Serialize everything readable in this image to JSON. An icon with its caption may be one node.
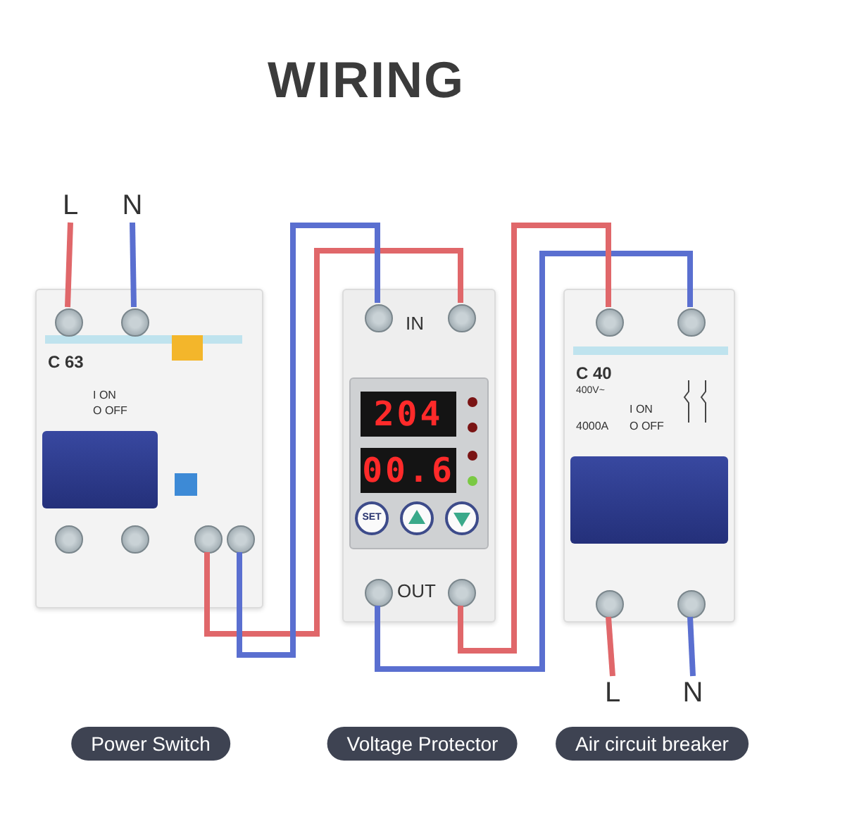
{
  "diagram": {
    "title": "WIRING",
    "nodes": [
      {
        "text": [
          "L"
        ]
      },
      {
        "text": [
          "N"
        ]
      },
      {
        "text": [
          "C 63",
          "I ON",
          "O OFF"
        ]
      },
      {
        "text": [],
        "shape": "circle",
        "in": 2
      },
      {
        "text": [],
        "shape": "circle",
        "in": 2
      },
      {
        "text": [],
        "shape": "circle",
        "in": 2
      },
      {
        "text": [],
        "shape": "circle",
        "in": 2
      },
      {
        "text": [],
        "shape": "circle",
        "in": 2
      },
      {
        "text": [],
        "shape": "circle",
        "in": 2
      },
      {
        "text": [
          "IN",
          "204",
          "00.6",
          "SET",
          "OUT"
        ]
      },
      {
        "text": [],
        "shape": "circle",
        "in": 9
      },
      {
        "text": [],
        "shape": "circle",
        "in": 9
      },
      {
        "text": [],
        "shape": "circle",
        "in": 9
      },
      {
        "text": [],
        "shape": "circle",
        "in": 9
      },
      {
        "text": [
          "C 40",
          "400V~",
          "I ON",
          "O OFF",
          "4000A"
        ]
      },
      {
        "text": [],
        "shape": "circle",
        "in": 14
      },
      {
        "text": [],
        "shape": "circle",
        "in": 14
      },
      {
        "text": [],
        "shape": "circle",
        "in": 14
      },
      {
        "text": [],
        "shape": "circle",
        "in": 14
      },
      {
        "text": [
          "L"
        ]
      },
      {
        "text": [
          "N"
        ]
      }
    ],
    "edges": [
      {
        "from": 0,
        "to": 3,
        "arrow": "none",
        "color": "#e0676a"
      },
      {
        "from": 1,
        "to": 4,
        "arrow": "none",
        "color": "#5a6fd0"
      },
      {
        "from": 7,
        "to": 11,
        "arrow": "none",
        "color": "#e0676a"
      },
      {
        "from": 8,
        "to": 10,
        "arrow": "none",
        "color": "#5a6fd0"
      },
      {
        "from": 12,
        "to": 16,
        "arrow": "none",
        "color": "#5a6fd0"
      },
      {
        "from": 13,
        "to": 15,
        "arrow": "none",
        "color": "#e0676a"
      },
      {
        "from": 17,
        "to": 19,
        "arrow": "none",
        "color": "#e0676a"
      },
      {
        "from": 18,
        "to": 20,
        "arrow": "none",
        "color": "#5a6fd0"
      }
    ],
    "labels": [
      "Power Switch",
      "Voltage Protector",
      "Air circuit breaker"
    ]
  }
}
